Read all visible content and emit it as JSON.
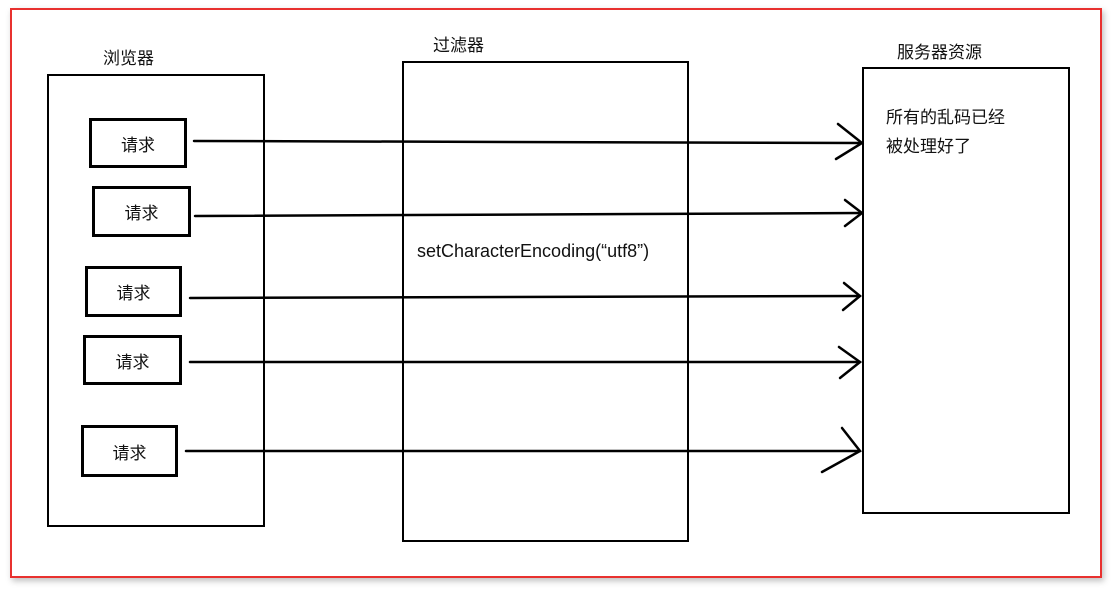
{
  "diagram": {
    "browser": {
      "title": "浏览器",
      "requests": [
        "请求",
        "请求",
        "请求",
        "请求",
        "请求"
      ]
    },
    "filter": {
      "title": "过滤器",
      "text": "setCharacterEncoding(“utf8”)"
    },
    "server": {
      "title": "服务器资源",
      "note_line1": "所有的乱码已经",
      "note_line2": "被处理好了"
    },
    "colors": {
      "frame_border": "#e8312f",
      "stroke": "#000000"
    }
  }
}
